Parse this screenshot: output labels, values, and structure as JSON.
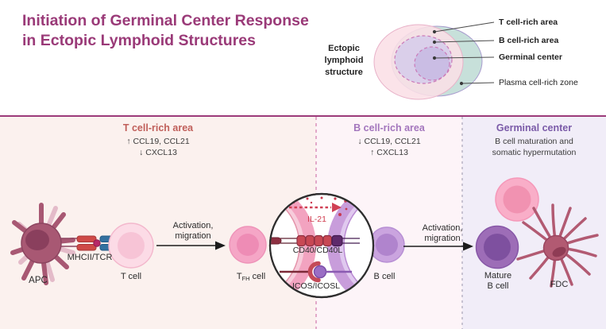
{
  "header": {
    "title_line1": "Initiation of Germinal Center Response",
    "title_line2": "in Ectopic Lymphoid Structures"
  },
  "overview": {
    "side_label": [
      "Ectopic",
      "lymphoid",
      "structure"
    ],
    "annotations": [
      {
        "label": "T cell-rich area"
      },
      {
        "label": "B cell-rich area"
      },
      {
        "label": "Germinal center"
      },
      {
        "label": "Plasma cell-rich zone"
      }
    ]
  },
  "sections": [
    {
      "title": "T cell-rich area",
      "lines": [
        "↑ CCL19, CCL21",
        "↓ CXCL13"
      ]
    },
    {
      "title": "B cell-rich area",
      "lines": [
        "↓ CCL19, CCL21",
        "↑ CXCL13"
      ]
    },
    {
      "title": "Germinal center",
      "lines": [
        "B cell maturation and",
        "somatic hypermutation"
      ]
    }
  ],
  "pathway": {
    "apc_label": "APC",
    "mhc_label": "MHCII/TCR",
    "t_cell_label": "T cell",
    "arrow1": [
      "Activation,",
      "migration"
    ],
    "tfh_main": "T",
    "tfh_sub": "FH",
    "tfh_rest": " cell",
    "il21_label": "IL-21",
    "cd40_label": "CD40/CD40L",
    "icos_label": "ICOS/ICOSL",
    "b_cell_label": "B cell",
    "arrow2": [
      "Activation,",
      "migration"
    ],
    "mature_line1": "Mature",
    "mature_line2": "B cell",
    "fdc_label": "FDC"
  },
  "colors": {
    "title": "#9a3a78",
    "top_rule": "#9c3b7a",
    "t_section_bg": "#fbf1ee",
    "b_section_bg": "#fdf4f8",
    "gc_section_bg": "#f1edf8",
    "t_header": "#c05f5a",
    "b_header": "#a376bd",
    "gc_header": "#7a5aa8",
    "il21_red": "#cf3a4c",
    "t_zone_ellipse": "#fadfe6",
    "plasma_zone_ellipse": "#c7e0da",
    "b_zone_ellipse": "#d7cdea",
    "gc_zone_ellipse": "#c9bce4"
  }
}
